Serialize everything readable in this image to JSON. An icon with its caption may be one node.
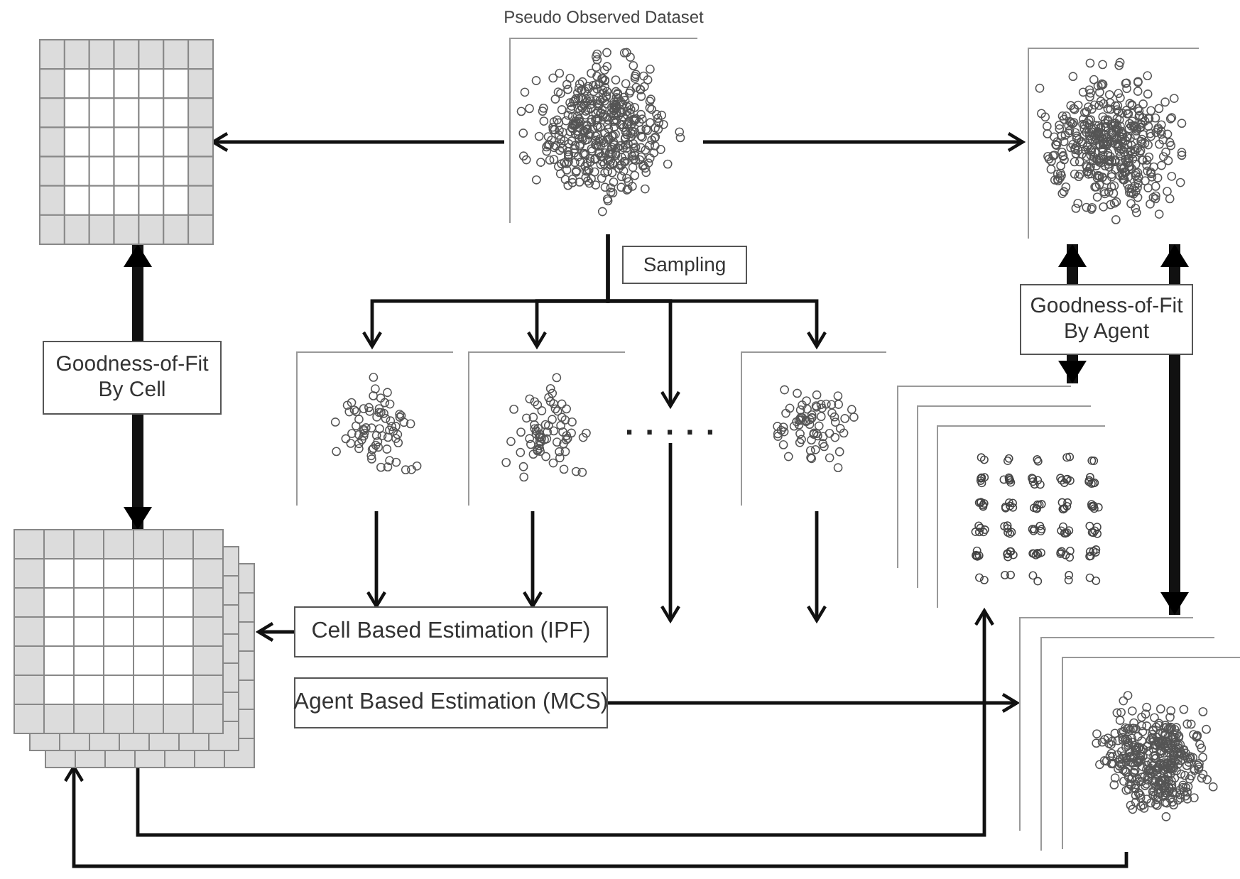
{
  "diagram": {
    "nodes": [
      {
        "text": [],
        "shape": "picture"
      },
      {
        "text": [
          "Pseudo Observed Dataset"
        ]
      },
      {
        "text": [],
        "shape": "picture"
      },
      {
        "text": [
          "Sampling"
        ]
      },
      {
        "text": [],
        "shape": "picture"
      },
      {
        "text": [],
        "shape": "picture"
      },
      {
        "text": [
          ". . . . ."
        ]
      },
      {
        "text": [],
        "shape": "picture"
      },
      {
        "text": [
          "Goodness-of-Fit By Cell"
        ]
      },
      {
        "text": [
          "Goodness-of-Fit By Agent"
        ]
      },
      {
        "text": [],
        "shape": "picture"
      },
      {
        "text": [
          "Cell Based Estimation (IPF)"
        ]
      },
      {
        "text": [
          "Agent Based Estimation (MCS)"
        ]
      },
      {
        "text": [],
        "shape": "picture"
      },
      {
        "text": [],
        "shape": "picture"
      }
    ],
    "edges": [
      {
        "from": 1,
        "to": 0,
        "arrow": "to"
      },
      {
        "from": 1,
        "to": 2,
        "arrow": "to"
      },
      {
        "from": 1,
        "to": 4,
        "arrow": "to"
      },
      {
        "from": 1,
        "to": 5,
        "arrow": "to"
      },
      {
        "from": 1,
        "to": 6,
        "arrow": "to"
      },
      {
        "from": 1,
        "to": 7,
        "arrow": "to"
      },
      {
        "from": 4,
        "to": 11,
        "arrow": "to"
      },
      {
        "from": 5,
        "to": 11,
        "arrow": "to"
      },
      {
        "from": 6,
        "to": null,
        "arrow": "to"
      },
      {
        "from": 7,
        "to": null,
        "arrow": "to"
      },
      {
        "from": 8,
        "to": 0,
        "arrow": "to",
        "style": "thick"
      },
      {
        "from": 8,
        "to": 10,
        "arrow": "to",
        "style": "thick"
      },
      {
        "from": 9,
        "to": 2,
        "arrow": "to",
        "style": "thick"
      },
      {
        "from": 9,
        "to": 2,
        "arrow": "to",
        "style": "thick"
      },
      {
        "from": 9,
        "to": 13,
        "arrow": "to",
        "style": "thick"
      },
      {
        "from": 9,
        "to": 14,
        "arrow": "to",
        "style": "thick"
      },
      {
        "from": 11,
        "to": 10,
        "arrow": "to"
      },
      {
        "from": 12,
        "to": 14,
        "arrow": "to"
      },
      {
        "from": 10,
        "to": 13,
        "arrow": "to"
      },
      {
        "from": 14,
        "to": 10,
        "arrow": "to"
      }
    ]
  }
}
